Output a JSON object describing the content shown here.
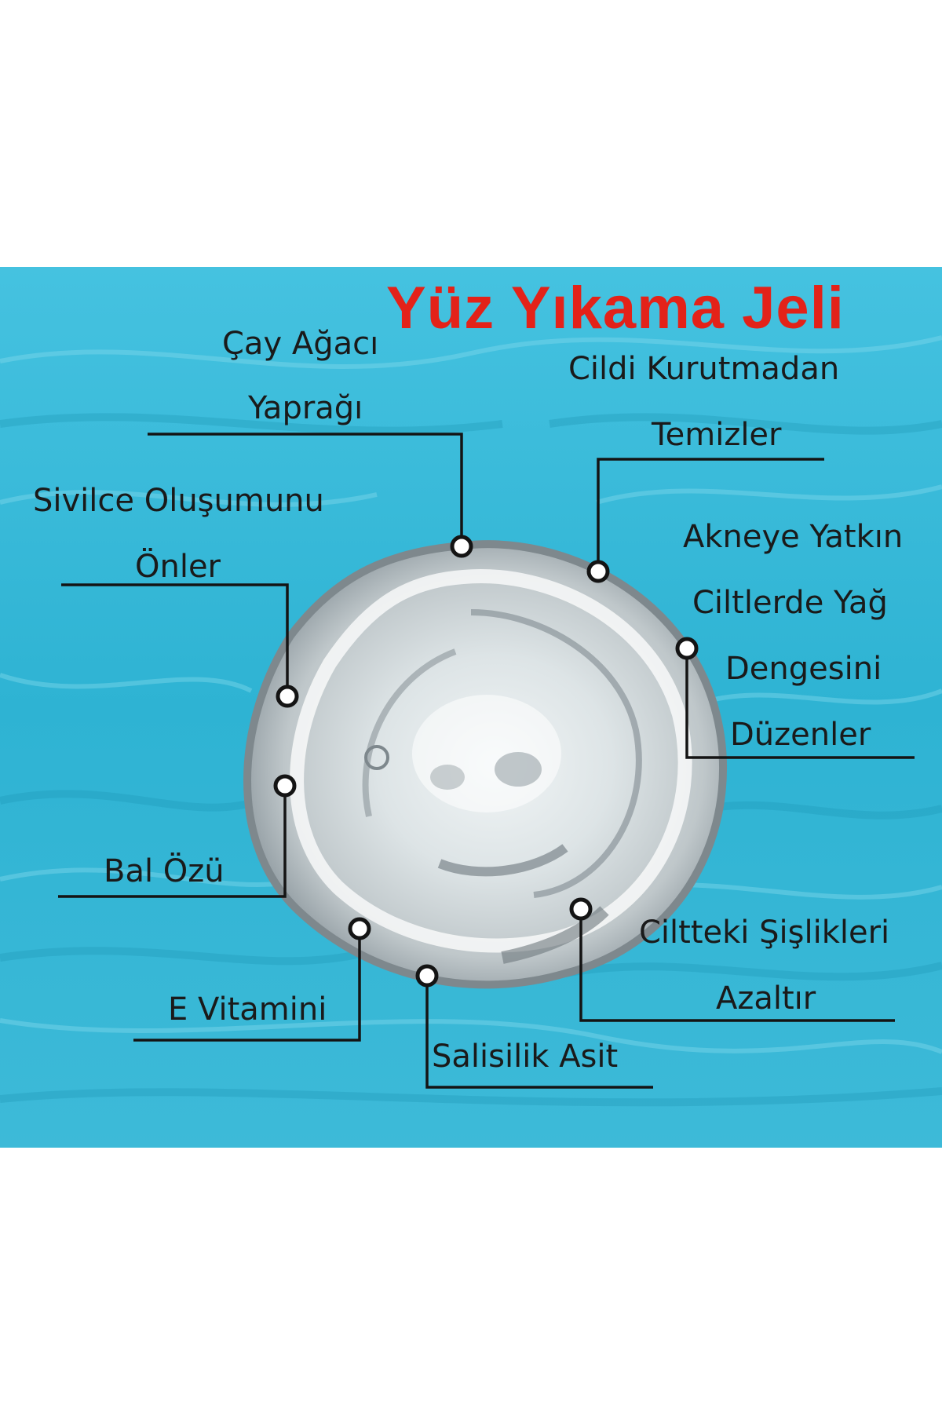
{
  "colors": {
    "title": "#e32219",
    "background_water": "#2eb3d3",
    "leader_lines": "#141414",
    "label_text": "#1a1a1a",
    "page": "#ffffff"
  },
  "title": "Yüz Yıkama Jeli",
  "labels": {
    "cay_agaci_1": "Çay Ağacı",
    "cay_agaci_2": "Yaprağı",
    "cildi_1": "Cildi Kurutmadan",
    "cildi_2": "Temizler",
    "sivilce_1": "Sivilce Oluşumunu",
    "sivilce_2": "Önler",
    "akne_1": "Akneye Yatkın",
    "akne_2": "Ciltlerde Yağ",
    "akne_3": "Dengesini",
    "akne_4": "Düzenler",
    "bal": "Bal Özü",
    "vitamin": "E Vitamini",
    "salisilik": "Salisilik Asit",
    "sislik_1": "Ciltteki Şişlikleri",
    "sislik_2": "Azaltır"
  }
}
